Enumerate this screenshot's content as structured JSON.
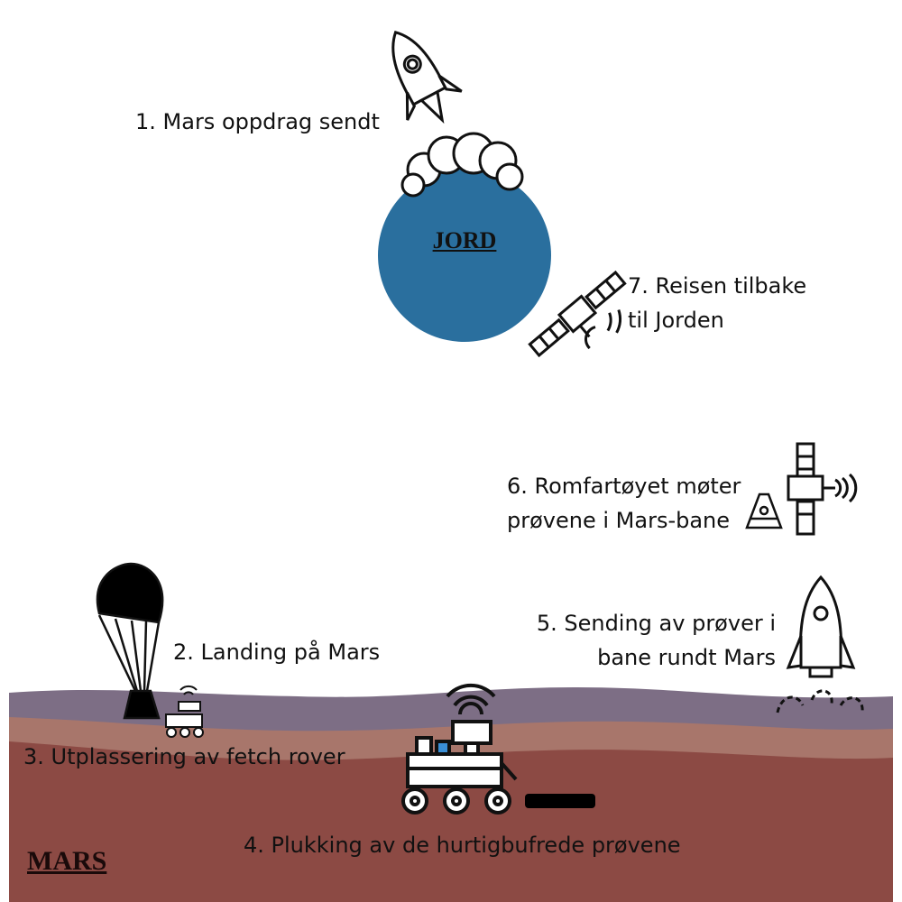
{
  "earth": {
    "label": "JORD",
    "color": "#2a6f9e"
  },
  "mars": {
    "label": "MARS",
    "colors": {
      "surface": "#8c4a44",
      "mid": "#a8766b",
      "upper": "#7d6e85"
    }
  },
  "steps": [
    {
      "id": 1,
      "lines": [
        "1. Mars oppdrag sendt"
      ],
      "icon": "rocket-launch-icon"
    },
    {
      "id": 2,
      "lines": [
        "2. Landing på Mars"
      ],
      "icon": "parachute-icon"
    },
    {
      "id": 3,
      "lines": [
        "3. Utplassering av fetch rover"
      ],
      "icon": "small-rover-icon"
    },
    {
      "id": 4,
      "lines": [
        "4. Plukking av de hurtigbufrede prøvene"
      ],
      "icon": "rover-icon"
    },
    {
      "id": 5,
      "lines": [
        "5. Sending av prøver i",
        "bane rundt Mars"
      ],
      "icon": "ascent-rocket-icon"
    },
    {
      "id": 6,
      "lines": [
        "6. Romfartøyet møter",
        "prøvene i Mars-bane"
      ],
      "icon": "orbiter-icon"
    },
    {
      "id": 7,
      "lines": [
        "7. Reisen tilbake",
        "til Jorden"
      ],
      "icon": "satellite-icon"
    }
  ]
}
